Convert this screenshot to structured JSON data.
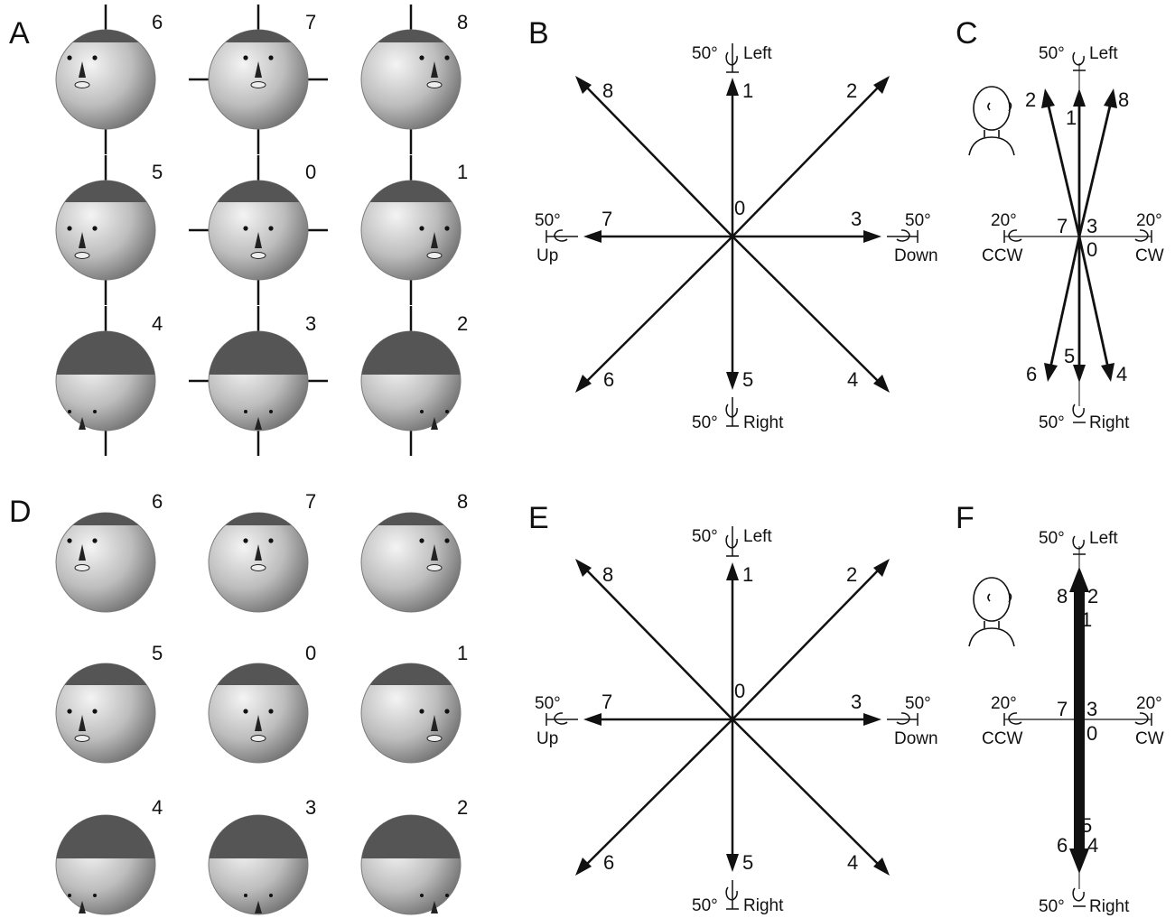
{
  "figure": {
    "panels": {
      "A": {
        "letter": "A",
        "labels": [
          "6",
          "7",
          "8",
          "5",
          "0",
          "1",
          "4",
          "3",
          "2"
        ]
      },
      "B": {
        "letter": "B"
      },
      "C": {
        "letter": "C"
      },
      "D": {
        "letter": "D",
        "labels": [
          "6",
          "7",
          "8",
          "5",
          "0",
          "1",
          "4",
          "3",
          "2"
        ]
      },
      "E": {
        "letter": "E"
      },
      "F": {
        "letter": "F"
      }
    },
    "rotation_labels": {
      "deg50": "50°",
      "deg20": "20°",
      "left": "Left",
      "right": "Right",
      "up": "Up",
      "down": "Down",
      "ccw": "CCW",
      "cw": "CW"
    },
    "arrow_numbers": {
      "star": [
        "0",
        "1",
        "2",
        "3",
        "4",
        "5",
        "6",
        "7",
        "8"
      ],
      "c": [
        "0",
        "1",
        "2",
        "3",
        "4",
        "5",
        "6",
        "7",
        "8"
      ],
      "f": [
        "0",
        "1",
        "2",
        "3",
        "4",
        "5",
        "6",
        "7",
        "8"
      ]
    },
    "colors": {
      "ink": "#111111",
      "head": "#bdbdbd",
      "hair": "#555555"
    }
  }
}
